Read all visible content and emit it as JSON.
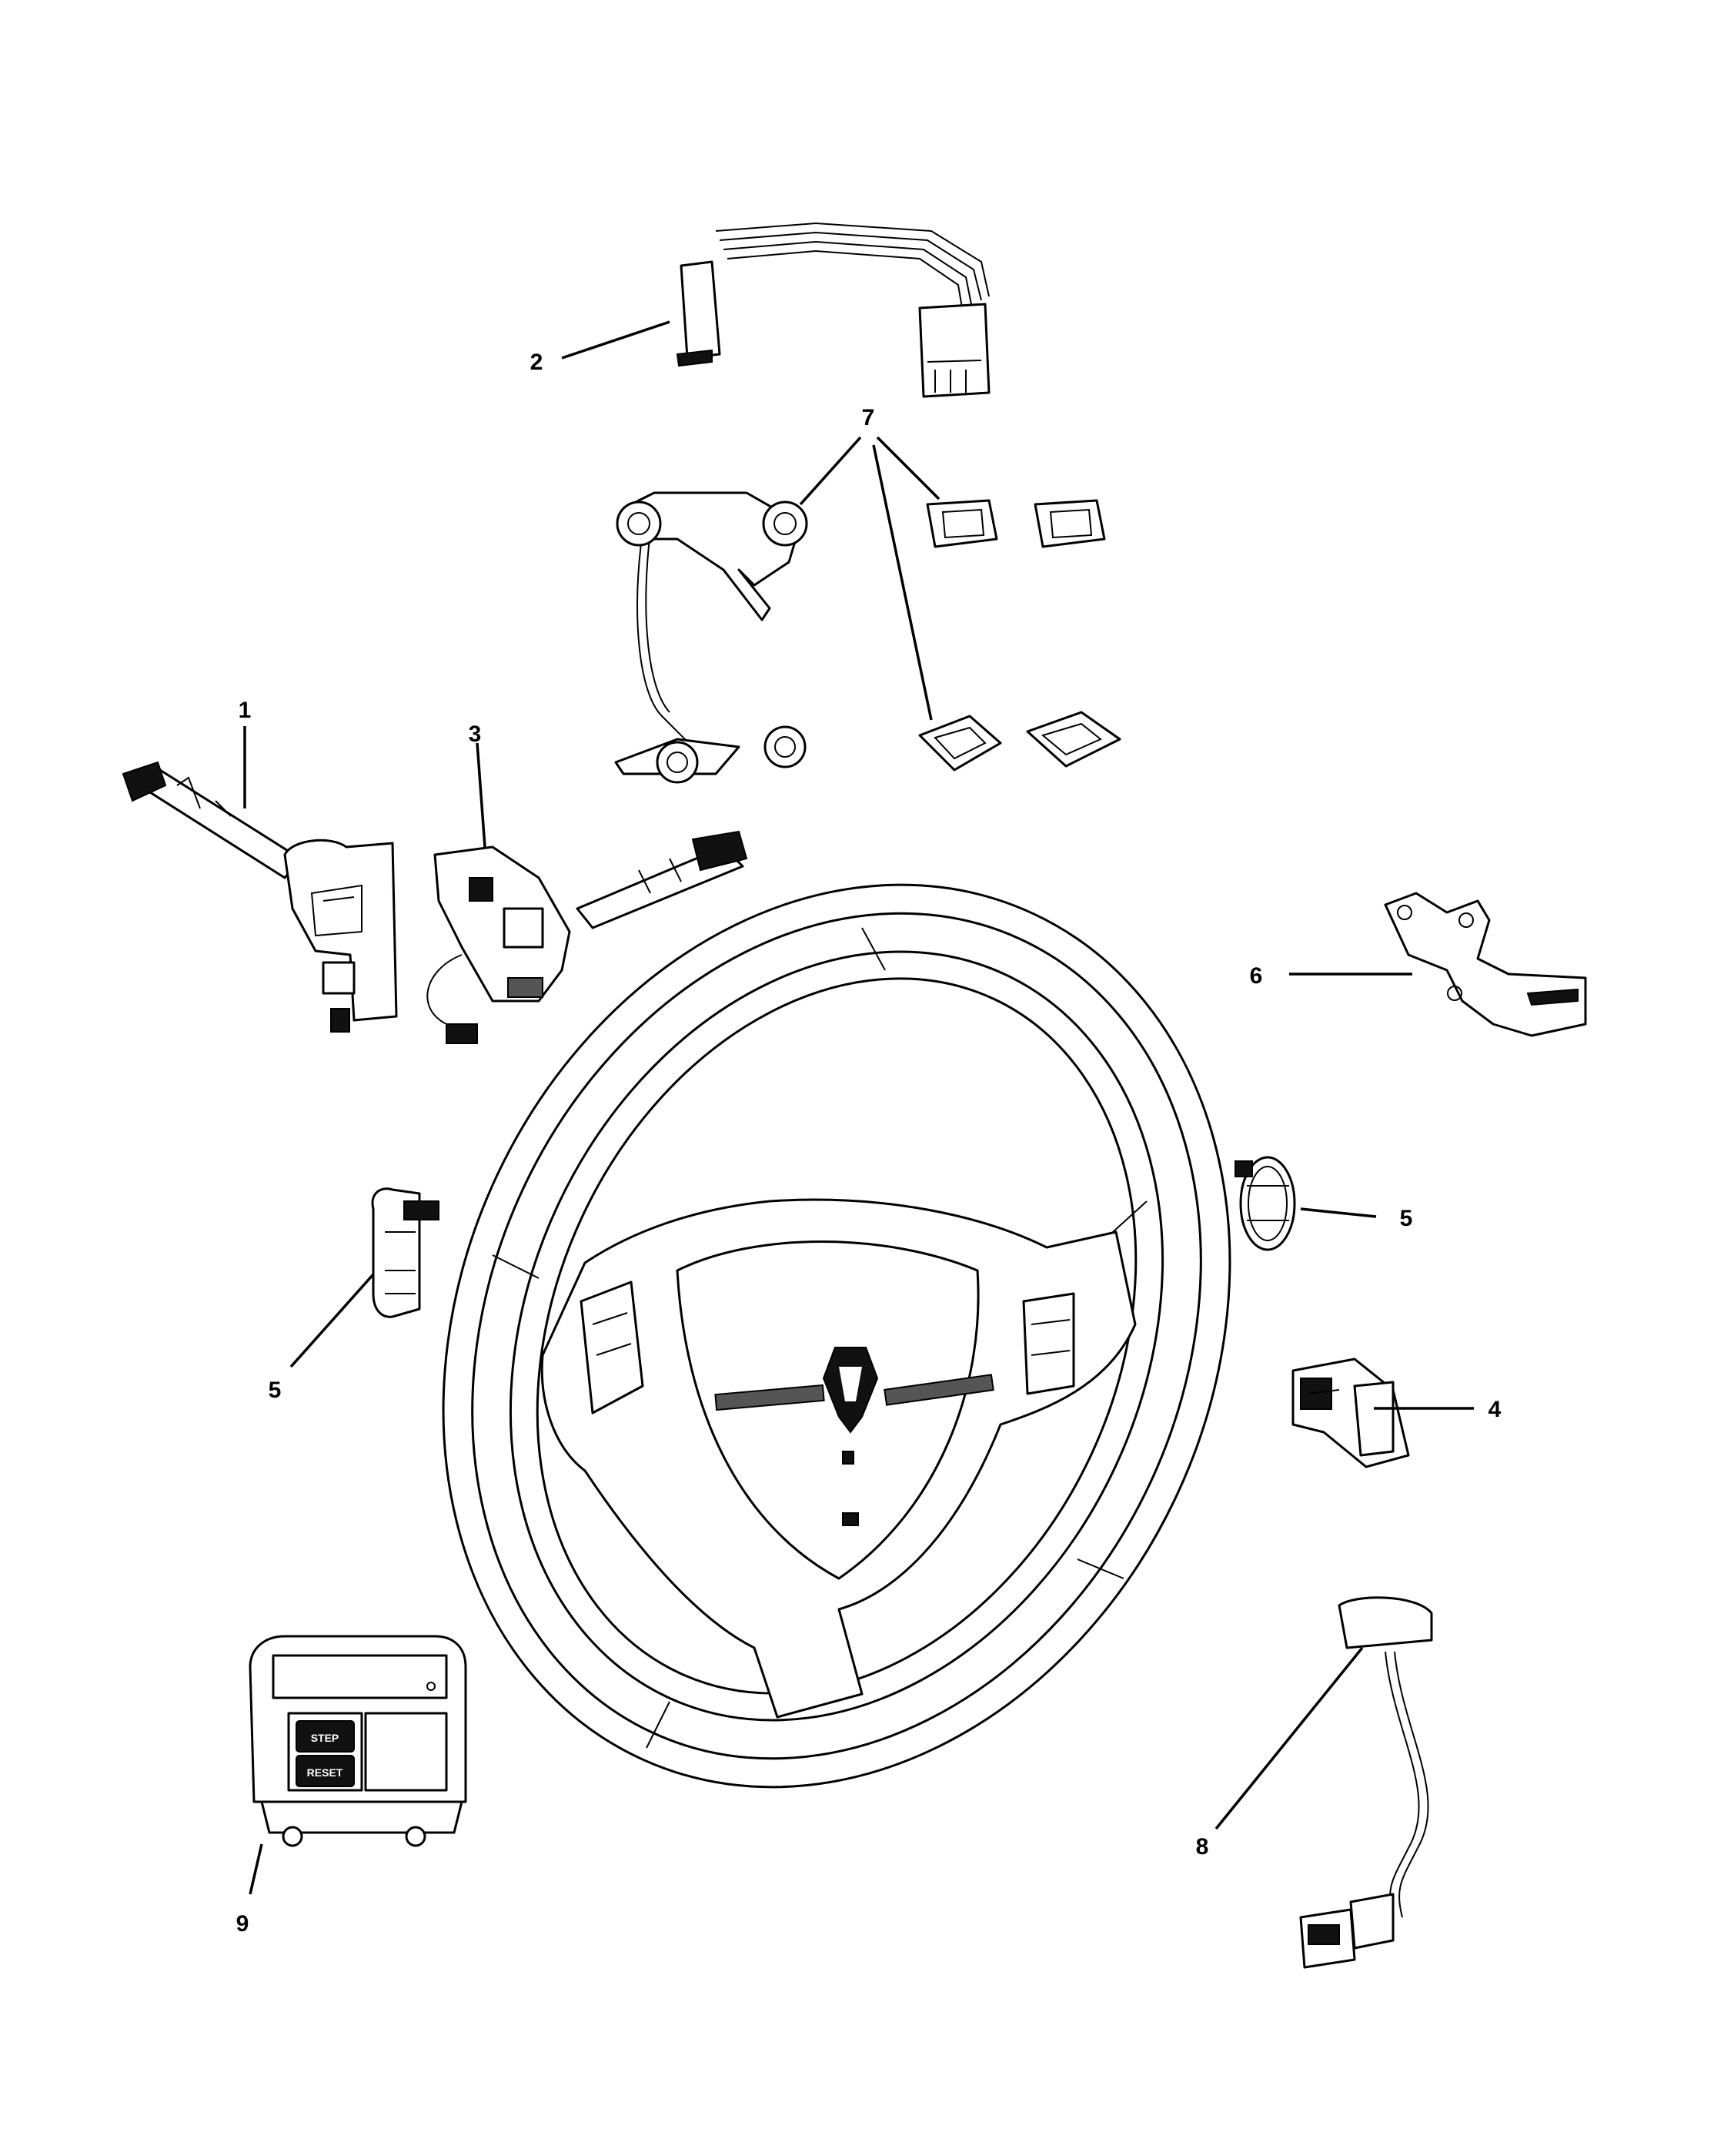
{
  "callouts": [
    "1",
    "2",
    "3",
    "4",
    "5",
    "5",
    "6",
    "7",
    "8",
    "9"
  ],
  "cruise_module": {
    "button_top": "STEP",
    "button_bottom": "RESET"
  }
}
